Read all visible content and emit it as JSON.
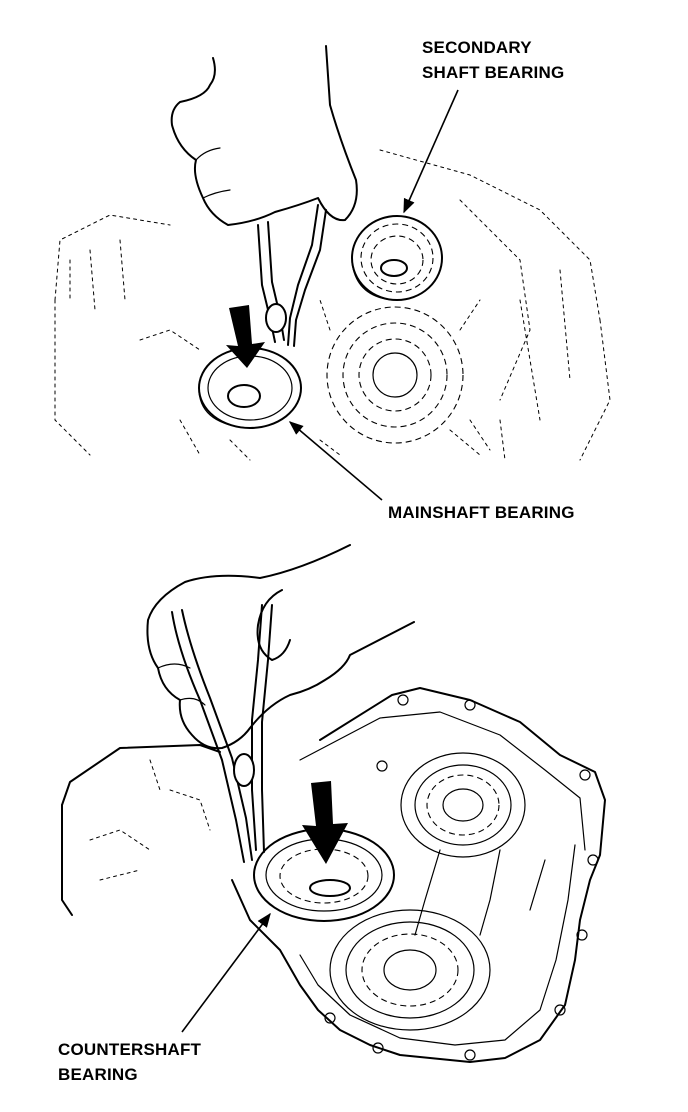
{
  "figure": {
    "top_panel": {
      "callouts": {
        "secondary_line1": "SECONDARY",
        "secondary_line2": "SHAFT BEARING",
        "mainshaft": "MAINSHAFT BEARING"
      },
      "icons": [
        "hand-icon",
        "snap-ring-pliers-icon",
        "down-arrow-icon"
      ]
    },
    "bottom_panel": {
      "callouts": {
        "countershaft_line1": "COUNTERSHAFT",
        "countershaft_line2": "BEARING"
      },
      "icons": [
        "hand-icon",
        "snap-ring-pliers-icon",
        "down-arrow-icon"
      ]
    }
  }
}
